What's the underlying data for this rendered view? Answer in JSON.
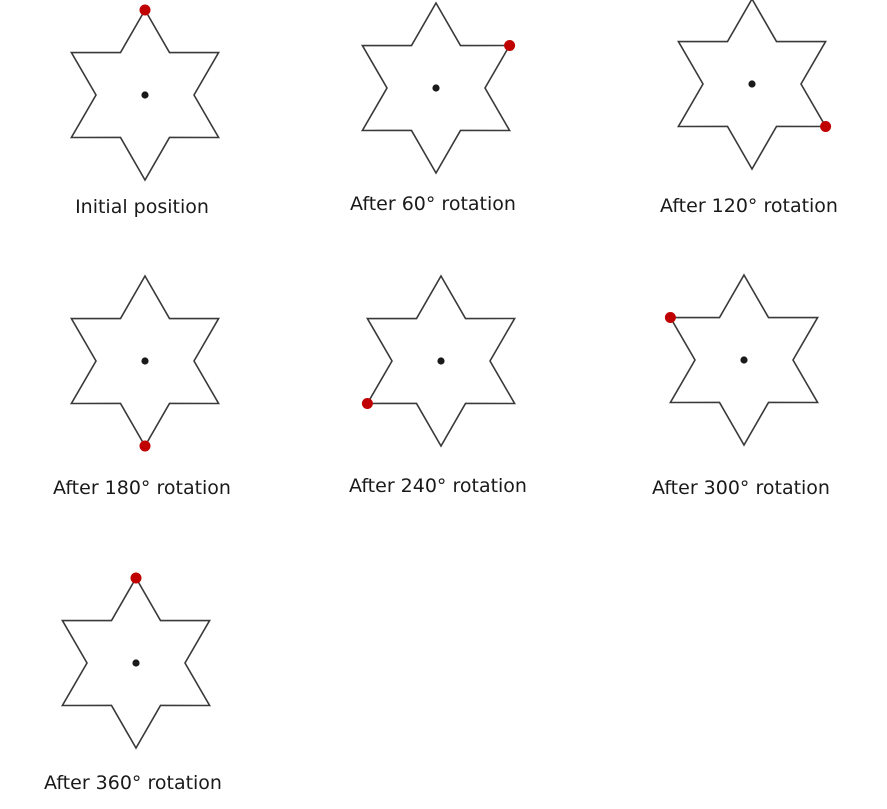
{
  "diagram": {
    "colors": {
      "outline": "#3a3a3a",
      "center": "#1a1a1a",
      "marker": "#c00000"
    },
    "panels": [
      {
        "caption": "Initial position",
        "rotation_deg": 0
      },
      {
        "caption": "After 60° rotation",
        "rotation_deg": 60
      },
      {
        "caption": "After 120° rotation",
        "rotation_deg": 120
      },
      {
        "caption": "After 180° rotation",
        "rotation_deg": 180
      },
      {
        "caption": "After 240° rotation",
        "rotation_deg": 240
      },
      {
        "caption": "After 300° rotation",
        "rotation_deg": 300
      },
      {
        "caption": "After 360° rotation",
        "rotation_deg": 360
      }
    ]
  }
}
